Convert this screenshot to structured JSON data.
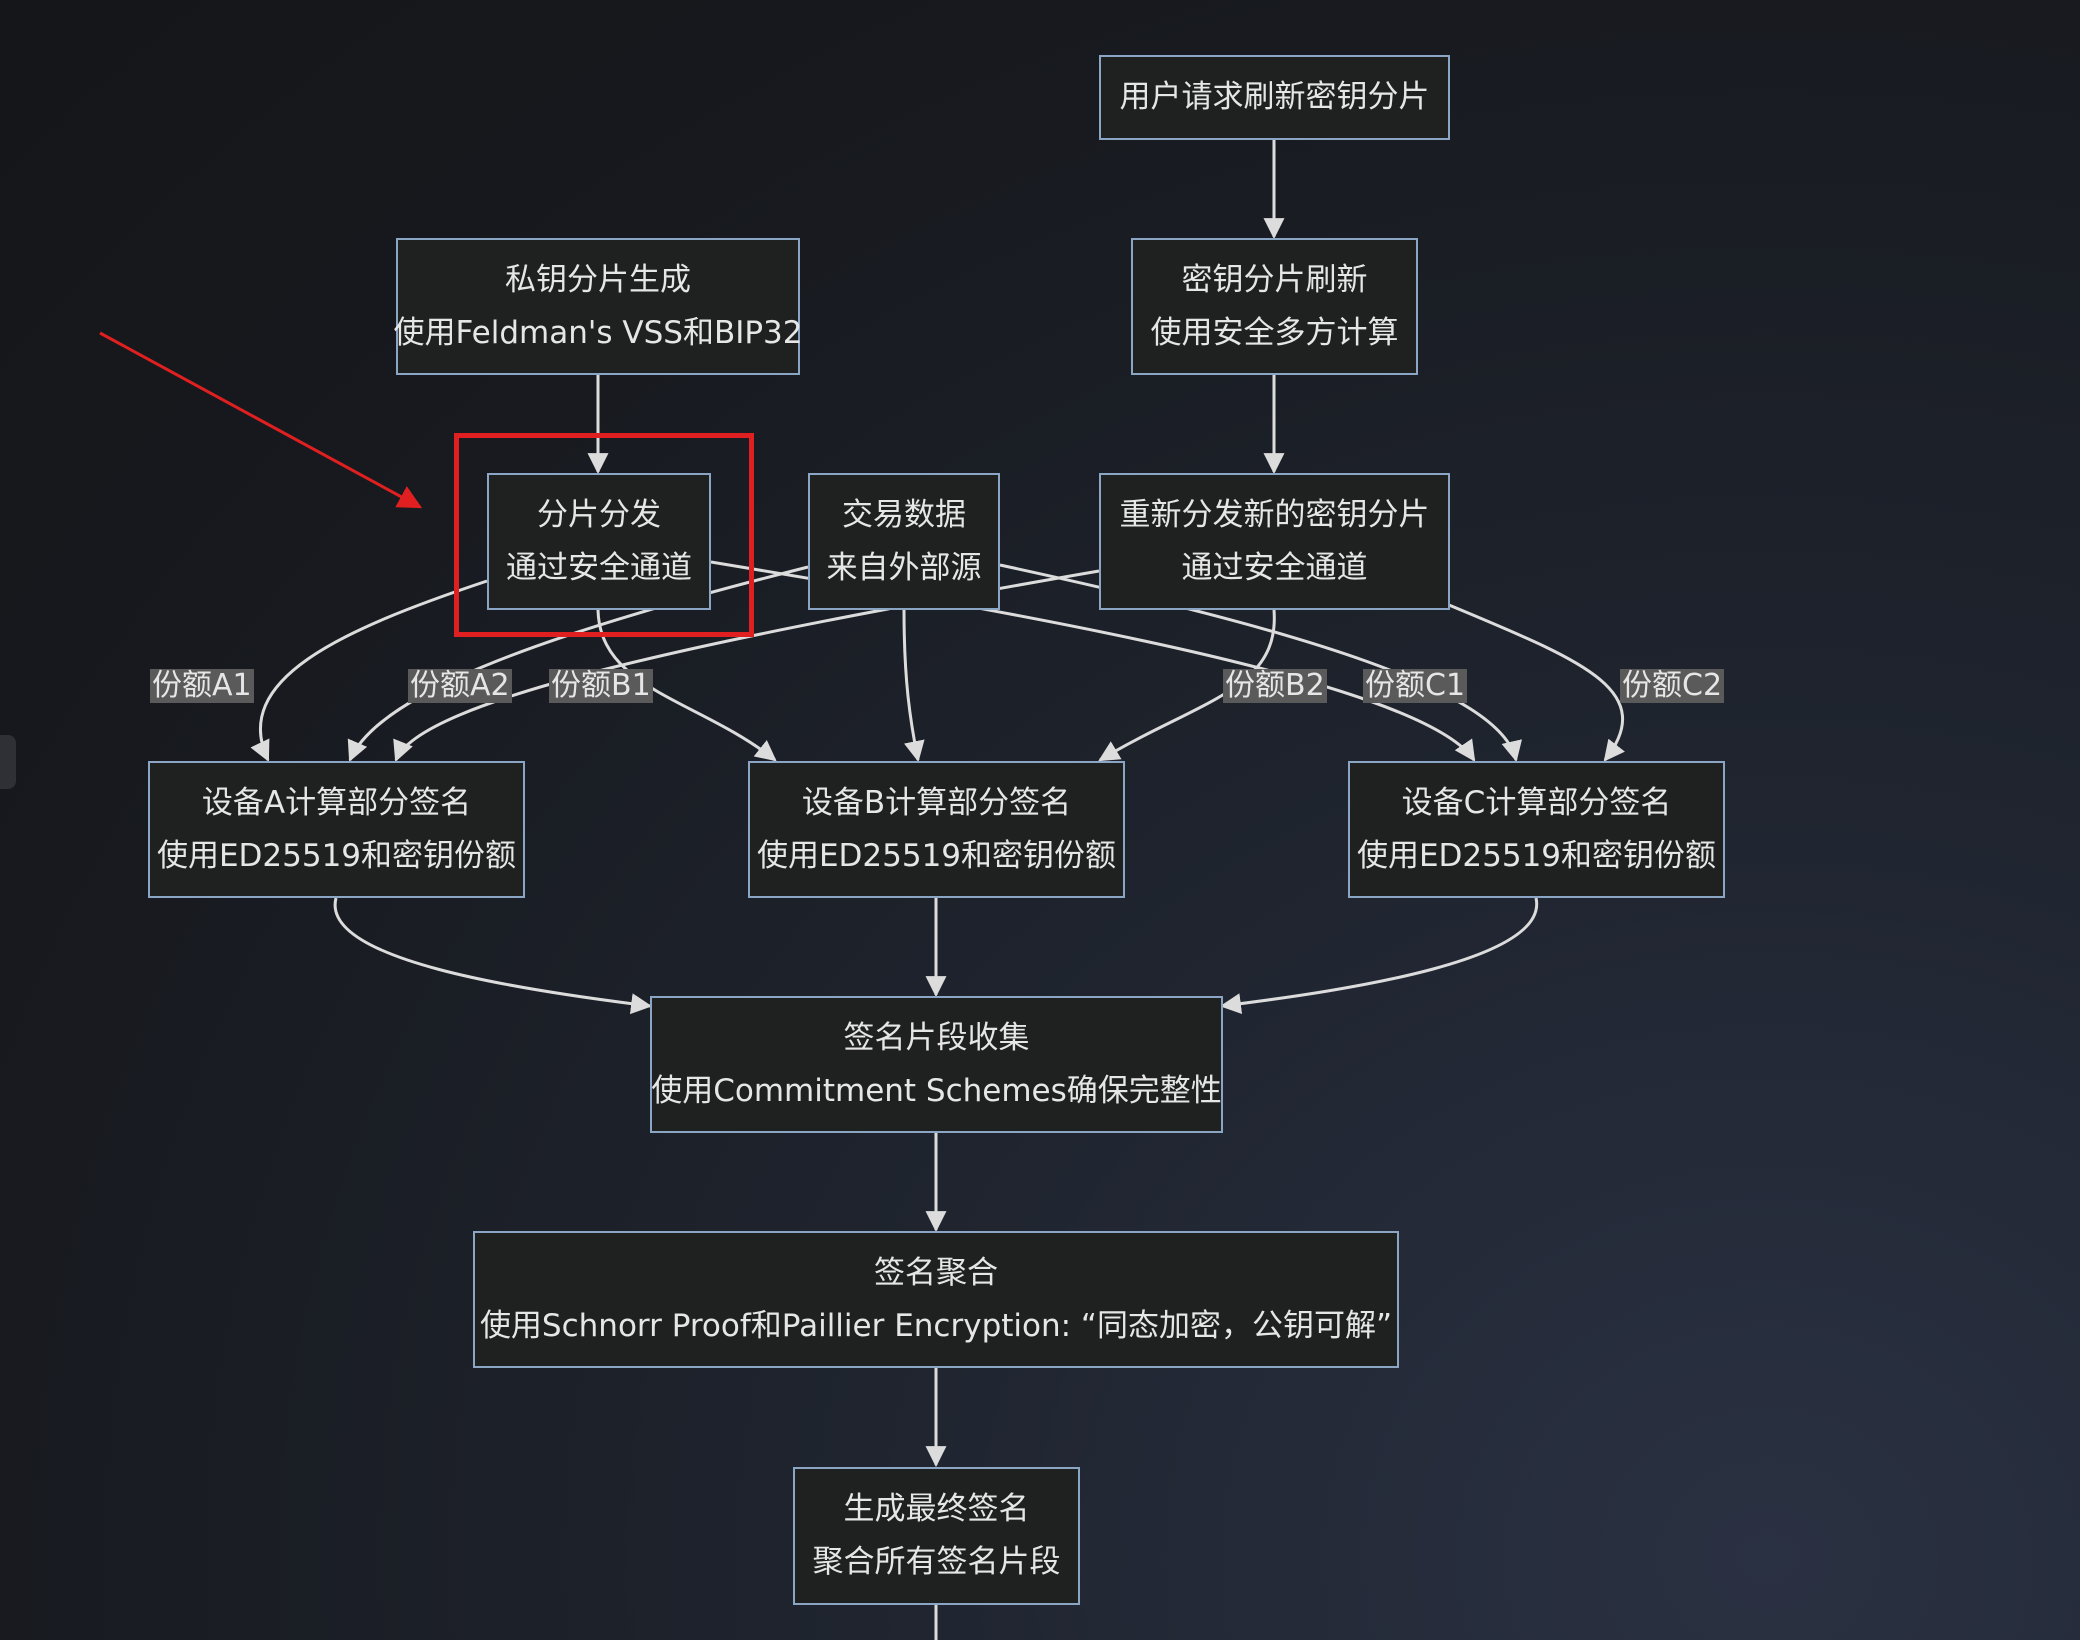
{
  "nodes": {
    "user_request": {
      "l1": "用户请求刷新密钥分片",
      "l2": ""
    },
    "key_gen": {
      "l1": "私钥分片生成",
      "l2": "使用Feldman's VSS和BIP32"
    },
    "key_refresh": {
      "l1": "密钥分片刷新",
      "l2": "使用安全多方计算"
    },
    "distribute": {
      "l1": "分片分发",
      "l2": "通过安全通道"
    },
    "tx_data": {
      "l1": "交易数据",
      "l2": "来自外部源"
    },
    "redistribute": {
      "l1": "重新分发新的密钥分片",
      "l2": "通过安全通道"
    },
    "device_a": {
      "l1": "设备A计算部分签名",
      "l2": "使用ED25519和密钥份额"
    },
    "device_b": {
      "l1": "设备B计算部分签名",
      "l2": "使用ED25519和密钥份额"
    },
    "device_c": {
      "l1": "设备C计算部分签名",
      "l2": "使用ED25519和密钥份额"
    },
    "collect": {
      "l1": "签名片段收集",
      "l2": "使用Commitment Schemes确保完整性"
    },
    "aggregate": {
      "l1": "签名聚合",
      "l2": "使用Schnorr Proof和Paillier Encryption: “同态加密，公钥可解”"
    },
    "final": {
      "l1": "生成最终签名",
      "l2": "聚合所有签名片段"
    }
  },
  "edge_labels": {
    "a1": "份额A1",
    "a2": "份额A2",
    "b1": "份额B1",
    "b2": "份额B2",
    "c1": "份额C1",
    "c2": "份额C2"
  },
  "colors": {
    "node_fill": "#1f2020",
    "node_border": "#8aa6c4",
    "edge": "#dcdcdc",
    "edge_label_bg": "#5a5a5a",
    "highlight": "#e02020",
    "annotation_arrow": "#e02020"
  }
}
